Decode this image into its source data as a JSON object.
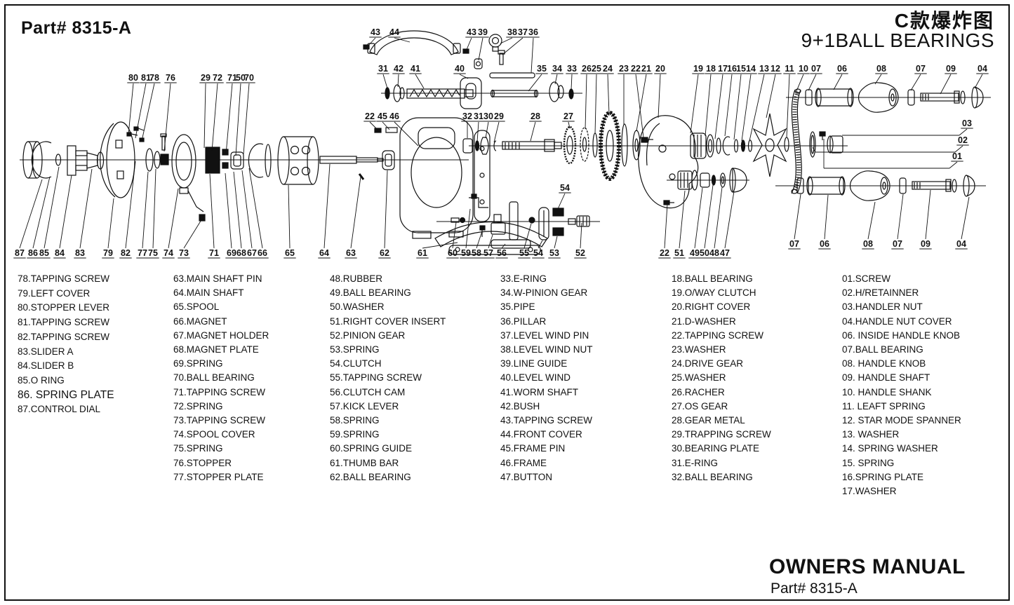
{
  "header": {
    "part_number": "Part# 8315-A",
    "title_cn": "C款爆炸图",
    "subtitle": "9+1BALL BEARINGS"
  },
  "footer": {
    "title": "OWNERS MANUAL",
    "part_number": "Part# 8315-A"
  },
  "parts_list": {
    "column_1": [
      "78.TAPPING SCREW",
      "79.LEFT COVER",
      "80.STOPPER LEVER",
      "81.TAPPING SCREW",
      "82.TAPPING SCREW",
      "83.SLIDER A",
      "84.SLIDER B",
      "85.O RING",
      "86. SPRING PLATE",
      "87.CONTROL DIAL"
    ],
    "column_2": [
      "63.MAIN SHAFT PIN",
      "64.MAIN SHAFT",
      "65.SPOOL",
      "66.MAGNET",
      "67.MAGNET HOLDER",
      "68.MAGNET PLATE",
      "69.SPRING",
      "70.BALL BEARING",
      "71.TAPPING SCREW",
      "72.SPRING",
      "73.TAPPING SCREW",
      "74.SPOOL COVER",
      "75.SPRING",
      "76.STOPPER",
      "77.STOPPER PLATE"
    ],
    "column_3": [
      "48.RUBBER",
      "49.BALL BEARING",
      "50.WASHER",
      "51.RIGHT COVER INSERT",
      "52.PINION GEAR",
      "53.SPRING",
      "54.CLUTCH",
      "55.TAPPING SCREW",
      "56.CLUTCH CAM",
      "57.KICK LEVER",
      "58.SPRING",
      "59.SPRING",
      "60.SPRING GUIDE",
      "61.THUMB BAR",
      "62.BALL  BEARING"
    ],
    "column_4": [
      "33.E-RING",
      "34.W-PINION GEAR",
      "35.PIPE",
      "36.PILLAR",
      "37.LEVEL WIND PIN",
      "38.LEVEL WIND NUT",
      "39.LINE GUIDE",
      "40.LEVEL WIND",
      "41.WORM SHAFT",
      "42.BUSH",
      "43.TAPPING SCREW",
      "44.FRONT COVER",
      "45.FRAME PIN",
      "46.FRAME",
      "47.BUTTON"
    ],
    "column_5": [
      "18.BALL BEARING",
      "19.O/WAY CLUTCH",
      "20.RIGHT COVER",
      "21.D-WASHER",
      "22.TAPPING SCREW",
      "23.WASHER",
      "24.DRIVE GEAR",
      "25.WASHER",
      "26.RACHER",
      "27.OS GEAR",
      "28.GEAR METAL",
      "29.TRAPPING SCREW",
      "30.BEARING PLATE",
      "31.E-RING",
      "32.BALL BEARING"
    ],
    "column_6": [
      "01.SCREW",
      "02.H/RETAINNER",
      "03.HANDLER NUT",
      "04.HANDLE NUT COVER",
      "06. INSIDE HANDLE KNOB",
      "07.BALL BEARING",
      "08. HANDLE KNOB",
      "09. HANDLE SHAFT",
      "10. HANDLE SHANK",
      "11. LEAFT SPRING",
      "12. STAR MODE SPANNER",
      "13. WASHER",
      "14. SPRING WASHER",
      "15. SPRING",
      "16.SPRING PLATE",
      "17.WASHER"
    ]
  },
  "diagram": {
    "callouts": [
      [
        "80",
        190,
        115,
        183,
        192
      ],
      [
        "81",
        208,
        115,
        193,
        197
      ],
      [
        "78",
        220,
        115,
        202,
        201
      ],
      [
        "76",
        243,
        115,
        234,
        216
      ],
      [
        "29",
        293,
        115,
        291,
        211
      ],
      [
        "72",
        310,
        115,
        302,
        216
      ],
      [
        "71",
        331,
        115,
        322,
        220
      ],
      [
        "50",
        343,
        115,
        336,
        222
      ],
      [
        "70",
        355,
        115,
        347,
        220
      ],
      [
        "43",
        535,
        50,
        524,
        66
      ],
      [
        "44",
        562,
        50,
        584,
        60
      ],
      [
        "43",
        672,
        50,
        664,
        73
      ],
      [
        "39",
        688,
        50,
        682,
        86
      ],
      [
        "38",
        730,
        50,
        713,
        62
      ],
      [
        "37",
        745,
        50,
        716,
        78
      ],
      [
        "36",
        760,
        50,
        757,
        104
      ],
      [
        "31",
        546,
        102,
        552,
        126
      ],
      [
        "42",
        568,
        102,
        567,
        124
      ],
      [
        "41",
        592,
        102,
        604,
        126
      ],
      [
        "40",
        655,
        102,
        667,
        112
      ],
      [
        "35",
        772,
        102,
        753,
        130
      ],
      [
        "34",
        794,
        102,
        791,
        120
      ],
      [
        "33",
        815,
        102,
        814,
        128
      ],
      [
        "26",
        836,
        102,
        834,
        184
      ],
      [
        "25",
        850,
        102,
        848,
        191
      ],
      [
        "24",
        866,
        102,
        868,
        163
      ],
      [
        "23",
        889,
        102,
        889,
        179
      ],
      [
        "22",
        906,
        102,
        917,
        196
      ],
      [
        "21",
        921,
        102,
        907,
        187
      ],
      [
        "20",
        941,
        102,
        938,
        168
      ],
      [
        "19",
        995,
        102,
        984,
        190
      ],
      [
        "18",
        1013,
        102,
        1005,
        194
      ],
      [
        "17",
        1030,
        102,
        1019,
        198
      ],
      [
        "16",
        1043,
        102,
        1033,
        194
      ],
      [
        "15",
        1056,
        102,
        1046,
        199
      ],
      [
        "14",
        1070,
        102,
        1057,
        201
      ],
      [
        "13",
        1089,
        102,
        1068,
        201
      ],
      [
        "12",
        1105,
        102,
        1092,
        168
      ],
      [
        "11",
        1125,
        102,
        1121,
        196
      ],
      [
        "10",
        1145,
        102,
        1135,
        130
      ],
      [
        "07",
        1163,
        102,
        1152,
        129
      ],
      [
        "06",
        1200,
        102,
        1188,
        128
      ],
      [
        "08",
        1256,
        102,
        1247,
        120
      ],
      [
        "07",
        1312,
        102,
        1298,
        129
      ],
      [
        "09",
        1355,
        102,
        1340,
        134
      ],
      [
        "04",
        1400,
        102,
        1389,
        126
      ],
      [
        "22",
        527,
        170,
        539,
        186
      ],
      [
        "45",
        545,
        170,
        555,
        185
      ],
      [
        "46",
        562,
        170,
        596,
        208
      ],
      [
        "32",
        666,
        170,
        666,
        197
      ],
      [
        "31",
        682,
        170,
        680,
        202
      ],
      [
        "30",
        696,
        170,
        692,
        197
      ],
      [
        "29",
        711,
        170,
        704,
        203
      ],
      [
        "28",
        763,
        170,
        756,
        201
      ],
      [
        "27",
        810,
        170,
        812,
        183
      ],
      [
        "54",
        805,
        272,
        795,
        298
      ],
      [
        "87",
        28,
        365,
        60,
        256
      ],
      [
        "86",
        47,
        365,
        71,
        252
      ],
      [
        "85",
        63,
        365,
        84,
        238
      ],
      [
        "84",
        85,
        365,
        102,
        250
      ],
      [
        "83",
        114,
        365,
        131,
        241
      ],
      [
        "79",
        154,
        365,
        162,
        283
      ],
      [
        "82",
        179,
        365,
        193,
        230
      ],
      [
        "77",
        203,
        365,
        211,
        245
      ],
      [
        "75",
        218,
        365,
        222,
        241
      ],
      [
        "74",
        240,
        365,
        254,
        269
      ],
      [
        "73",
        262,
        365,
        288,
        312
      ],
      [
        "71",
        305,
        365,
        299,
        248
      ],
      [
        "69",
        330,
        365,
        321,
        247
      ],
      [
        "68",
        344,
        365,
        333,
        245
      ],
      [
        "67",
        359,
        365,
        345,
        243
      ],
      [
        "66",
        374,
        365,
        355,
        240
      ],
      [
        "65",
        413,
        365,
        411,
        264
      ],
      [
        "64",
        462,
        365,
        470,
        234
      ],
      [
        "63",
        500,
        365,
        514,
        252
      ],
      [
        "62",
        548,
        365,
        552,
        243
      ],
      [
        "61",
        602,
        365,
        652,
        346
      ],
      [
        "60",
        645,
        365,
        650,
        317
      ],
      [
        "59",
        664,
        365,
        670,
        298
      ],
      [
        "58",
        679,
        365,
        687,
        330
      ],
      [
        "57",
        696,
        365,
        702,
        335
      ],
      [
        "56",
        715,
        365,
        720,
        348
      ],
      [
        "55",
        747,
        365,
        757,
        319
      ],
      [
        "54",
        767,
        365,
        773,
        343
      ],
      [
        "53",
        790,
        365,
        794,
        337
      ],
      [
        "52",
        827,
        365,
        829,
        318
      ],
      [
        "22",
        947,
        365,
        951,
        291
      ],
      [
        "51",
        968,
        365,
        976,
        272
      ],
      [
        "49",
        990,
        365,
        1001,
        268
      ],
      [
        "50",
        1004,
        365,
        1016,
        264
      ],
      [
        "48",
        1018,
        365,
        1029,
        267
      ],
      [
        "47",
        1033,
        365,
        1046,
        273
      ],
      [
        "07",
        1132,
        352,
        1141,
        277
      ],
      [
        "06",
        1175,
        352,
        1180,
        278
      ],
      [
        "08",
        1237,
        352,
        1247,
        288
      ],
      [
        "07",
        1279,
        352,
        1287,
        277
      ],
      [
        "09",
        1319,
        352,
        1326,
        271
      ],
      [
        "04",
        1370,
        352,
        1381,
        281
      ],
      [
        "03",
        1378,
        180,
        1367,
        193
      ],
      [
        "02",
        1372,
        204,
        1361,
        217
      ],
      [
        "01",
        1364,
        227,
        1353,
        240
      ]
    ]
  }
}
